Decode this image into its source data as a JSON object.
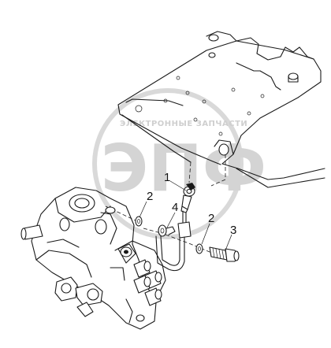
{
  "watermark": {
    "brand_letters": "ЭПФ",
    "top_text": "ЭЛЕКТРОННЫЕ ЗАПЧАСТИ"
  },
  "callouts": [
    {
      "id": "1",
      "label": "1"
    },
    {
      "id": "2a",
      "label": "2"
    },
    {
      "id": "4",
      "label": "4"
    },
    {
      "id": "2b",
      "label": "2"
    },
    {
      "id": "3",
      "label": "3"
    }
  ]
}
